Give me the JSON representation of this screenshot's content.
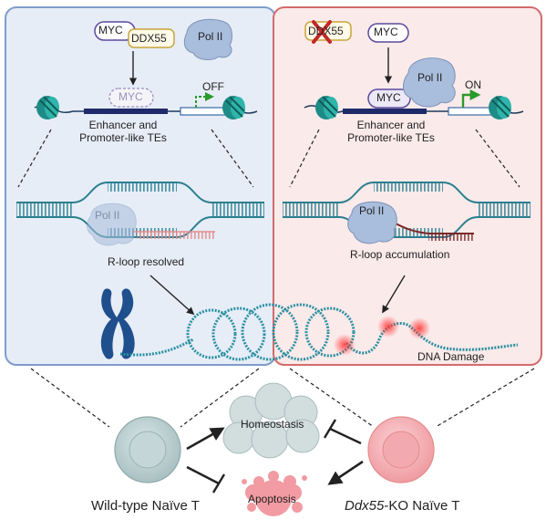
{
  "colors": {
    "left_panel_fill": "#e6edf7",
    "left_panel_border": "#7f9ccc",
    "right_panel_fill": "#fbeaea",
    "right_panel_border": "#d46b6b",
    "myc_outline": "#5b4a9e",
    "ddx55_outline": "#c9a43a",
    "dna_blue": "#2a7f8f",
    "rna_pink": "#e58b8b",
    "rna_dark": "#7a2a2a",
    "arrow_green": "#2a9a2a",
    "pol2_blue": "#a9bddc"
  },
  "left_panel": {
    "myc_label": "MYC",
    "ddx55_label": "DDX55",
    "pol2_label": "Pol II",
    "ghost_myc_label": "MYC",
    "off_label": "OFF",
    "region_label_line1": "Enhancer and",
    "region_label_line2": "Promoter-like TEs",
    "rloop_pol2_label": "Pol II",
    "rloop_caption": "R-loop resolved"
  },
  "right_panel": {
    "ddx55_crossed_label": "DDX55",
    "myc_label": "MYC",
    "bound_myc_label": "MYC",
    "pol2_label": "Pol II",
    "on_label": "ON",
    "region_label_line1": "Enhancer and",
    "region_label_line2": "Promoter-like TEs",
    "rloop_pol2_label": "Pol II",
    "rloop_caption": "R-loop accumulation",
    "damage_label": "DNA Damage"
  },
  "bottom": {
    "homeostasis_label": "Homeostasis",
    "apoptosis_label": "Apoptosis",
    "wt_label": "Wild-type Naïve T",
    "ko_gene": "Ddx55",
    "ko_suffix": "-KO Naïve T"
  },
  "icons": [
    "nucleosome-icon",
    "chromosome-icon",
    "pol2-icon",
    "cell-icon",
    "cross-icon"
  ]
}
